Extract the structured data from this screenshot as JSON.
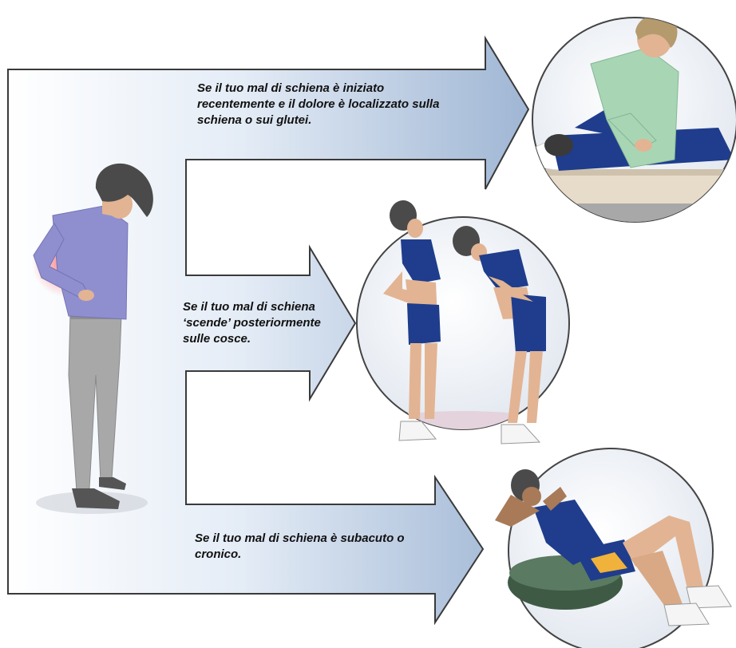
{
  "captions": {
    "recent_pain": "Se il tuo mal di schiena è iniziato recentemente e il dolore è localizzato sulla schiena o sui glutei.",
    "radiating_pain": "Se il tuo mal di schiena ‘scende’ posteriormente sulle cosce.",
    "chronic_pain": "Se il tuo mal di schiena è subacuto o cronico."
  },
  "colors": {
    "arrow_outline": "#3a3a3a",
    "arrow_fill_light": "#ffffff",
    "arrow_fill_dark": "#9fb6d4",
    "circle_bg": "#eef0f4",
    "sweater": "#8f8fd0",
    "pants": "#a8a8a8",
    "hair": "#4a4a4a",
    "skin": "#e2b493",
    "sportswear": "#1f3d8c",
    "therapist_shirt": "#a8d6b4",
    "mat": "#e7dcc9",
    "ball": "#3e5a45",
    "shorts_accent": "#f0b23a",
    "pain_glow": "#ff6b6b"
  },
  "icons": {
    "standing_person": "person-with-back-pain-icon",
    "therapist": "manual-therapy-icon",
    "extension": "standing-back-extension-icon",
    "situp": "stability-ball-situp-icon"
  }
}
